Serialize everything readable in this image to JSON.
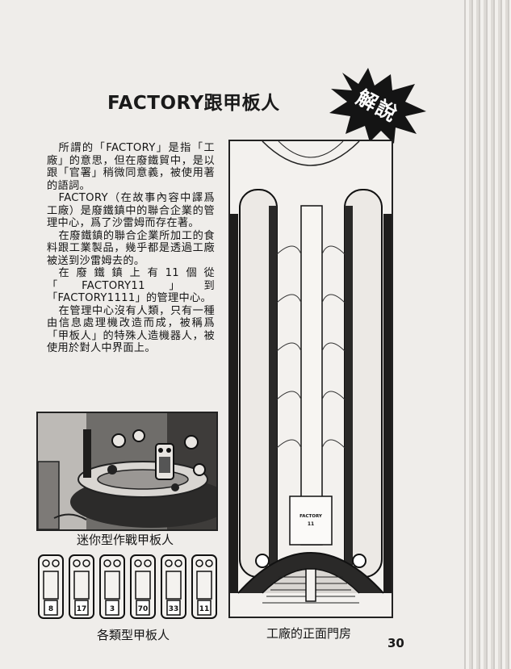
{
  "page": {
    "title": "FACTORY跟甲板人",
    "badge": "解說",
    "page_number": "30"
  },
  "article": {
    "paragraphs": [
      "所謂的「FACTORY」是指「工廠」的意思，但在廢鐵貿中，是以跟「官署」稍微同意義，被使用著的語詞。",
      "FACTORY（在故事內容中譯爲工廠）是廢鐵鎮中的聯合企業的管理中心，爲了沙雷姆而存在著。",
      "在廢鐵鎮的聯合企業所加工的食料跟工業製品，幾乎都是透過工廠被送到沙雷姆去的。",
      "在廢鐵鎮上有11個從「FACTORY11」到「FACTORY1111」的管理中心。",
      "在管理中心沒有人類，只有一種由信息處理機改造而成，被稱爲「甲板人」的特殊人造機器人，被使用於對人中界面上。"
    ]
  },
  "figures": {
    "mini_caption": "迷你型作戰甲板人",
    "types_caption": "各類型甲板人",
    "gate_caption": "工廠的正面門房",
    "gate_sign_line1": "FACTORY",
    "gate_sign_line2": "11",
    "robot_labels": [
      "8",
      "17",
      "3",
      "70",
      "33",
      "11"
    ]
  }
}
